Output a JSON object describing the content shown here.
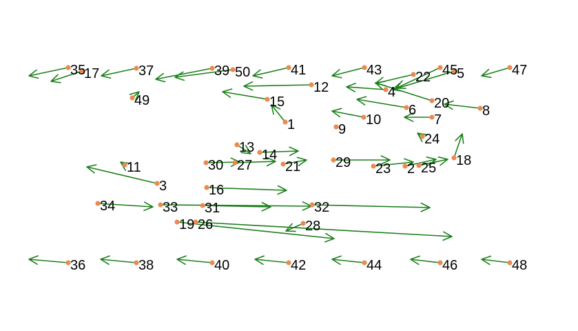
{
  "chart_data": {
    "type": "scatter",
    "title": "",
    "xlabel": "",
    "ylabel": "",
    "xlim": [
      0,
      839
    ],
    "ylim": [
      0,
      480
    ],
    "y_axis_inverted": true,
    "axes_visible": false,
    "grid": false,
    "legend": "none",
    "colors": {
      "point": "#E98B50",
      "arrow": "#1A7F1A",
      "label": "#000000"
    },
    "points": [
      {
        "label": "1",
        "x": 414,
        "y": 177,
        "dx": 394,
        "dy": 152
      },
      {
        "label": "2",
        "x": 588,
        "y": 241,
        "dx": 633,
        "dy": 231
      },
      {
        "label": "3",
        "x": 228,
        "y": 266,
        "dx": 126,
        "dy": 242
      },
      {
        "label": "4",
        "x": 560,
        "y": 130,
        "dx": 503,
        "dy": 126
      },
      {
        "label": "5",
        "x": 660,
        "y": 103,
        "dx": 570,
        "dy": 130
      },
      {
        "label": "6",
        "x": 590,
        "y": 156,
        "dx": 518,
        "dy": 144
      },
      {
        "label": "7",
        "x": 627,
        "y": 170,
        "dx": 587,
        "dy": 170
      },
      {
        "label": "8",
        "x": 697,
        "y": 157,
        "dx": 645,
        "dy": 151
      },
      {
        "label": "9",
        "x": 488,
        "y": 184,
        "dx": 488,
        "dy": 184
      },
      {
        "label": "10",
        "x": 528,
        "y": 170,
        "dx": 482,
        "dy": 161
      },
      {
        "label": "11",
        "x": 181,
        "y": 239,
        "dx": 175,
        "dy": 235
      },
      {
        "label": "12",
        "x": 452,
        "y": 123,
        "dx": 354,
        "dy": 125
      },
      {
        "label": "13",
        "x": 344,
        "y": 210,
        "dx": 364,
        "dy": 223
      },
      {
        "label": "14",
        "x": 377,
        "y": 221,
        "dx": 433,
        "dy": 219
      },
      {
        "label": "15",
        "x": 388,
        "y": 144,
        "dx": 323,
        "dy": 133
      },
      {
        "label": "16",
        "x": 300,
        "y": 272,
        "dx": 416,
        "dy": 276
      },
      {
        "label": "17",
        "x": 119,
        "y": 103,
        "dx": 74,
        "dy": 118
      },
      {
        "label": "18",
        "x": 659,
        "y": 229,
        "dx": 671,
        "dy": 194
      },
      {
        "label": "19",
        "x": 257,
        "y": 322,
        "dx": 485,
        "dy": 346
      },
      {
        "label": "20",
        "x": 627,
        "y": 146,
        "dx": 545,
        "dy": 120
      },
      {
        "label": "21",
        "x": 411,
        "y": 238,
        "dx": 445,
        "dy": 232
      },
      {
        "label": "22",
        "x": 600,
        "y": 108,
        "dx": 545,
        "dy": 121
      },
      {
        "label": "23",
        "x": 542,
        "y": 241,
        "dx": 600,
        "dy": 235
      },
      {
        "label": "24",
        "x": 613,
        "y": 198,
        "dx": 606,
        "dy": 193
      },
      {
        "label": "25",
        "x": 608,
        "y": 240,
        "dx": 650,
        "dy": 231
      },
      {
        "label": "26",
        "x": 284,
        "y": 322,
        "dx": 656,
        "dy": 343
      },
      {
        "label": "27",
        "x": 341,
        "y": 236,
        "dx": 400,
        "dy": 234
      },
      {
        "label": "28",
        "x": 440,
        "y": 324,
        "dx": 415,
        "dy": 335
      },
      {
        "label": "29",
        "x": 484,
        "y": 232,
        "dx": 566,
        "dy": 232
      },
      {
        "label": "30",
        "x": 299,
        "y": 236,
        "dx": 348,
        "dy": 235
      },
      {
        "label": "31",
        "x": 294,
        "y": 298,
        "dx": 393,
        "dy": 300
      },
      {
        "label": "32",
        "x": 453,
        "y": 297,
        "dx": 624,
        "dy": 301
      },
      {
        "label": "33",
        "x": 233,
        "y": 297,
        "dx": 452,
        "dy": 299
      },
      {
        "label": "34",
        "x": 142,
        "y": 295,
        "dx": 222,
        "dy": 300
      },
      {
        "label": "35",
        "x": 99,
        "y": 98,
        "dx": 42,
        "dy": 110
      },
      {
        "label": "36",
        "x": 99,
        "y": 381,
        "dx": 42,
        "dy": 376
      },
      {
        "label": "37",
        "x": 198,
        "y": 99,
        "dx": 147,
        "dy": 110
      },
      {
        "label": "38",
        "x": 198,
        "y": 381,
        "dx": 146,
        "dy": 376
      },
      {
        "label": "39",
        "x": 308,
        "y": 99,
        "dx": 226,
        "dy": 115
      },
      {
        "label": "40",
        "x": 308,
        "y": 381,
        "dx": 257,
        "dy": 376
      },
      {
        "label": "41",
        "x": 419,
        "y": 98,
        "dx": 367,
        "dy": 110
      },
      {
        "label": "42",
        "x": 419,
        "y": 381,
        "dx": 370,
        "dy": 376
      },
      {
        "label": "43",
        "x": 529,
        "y": 98,
        "dx": 482,
        "dy": 110
      },
      {
        "label": "44",
        "x": 529,
        "y": 381,
        "dx": 482,
        "dy": 376
      },
      {
        "label": "45",
        "x": 639,
        "y": 98,
        "dx": 575,
        "dy": 128
      },
      {
        "label": "46",
        "x": 639,
        "y": 381,
        "dx": 596,
        "dy": 376
      },
      {
        "label": "47",
        "x": 740,
        "y": 98,
        "dx": 699,
        "dy": 110
      },
      {
        "label": "48",
        "x": 740,
        "y": 381,
        "dx": 699,
        "dy": 376
      },
      {
        "label": "49",
        "x": 192,
        "y": 142,
        "dx": 202,
        "dy": 133
      },
      {
        "label": "50",
        "x": 338,
        "y": 101,
        "dx": 254,
        "dy": 112
      }
    ]
  }
}
